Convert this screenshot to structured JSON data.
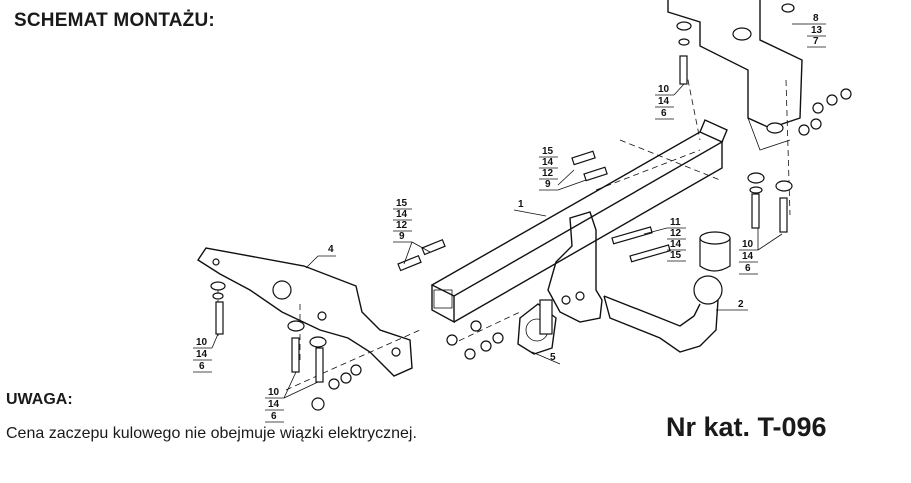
{
  "title": "SCHEMAT MONTAŻU:",
  "note": {
    "heading": "UWAGA:",
    "text": "Cena zaczepu kulowego nie obejmuje wiązki elektrycznej."
  },
  "catalog": "Nr kat. T-096",
  "parts": {
    "p1": "1",
    "p2": "2",
    "p4": "4",
    "p5": "5"
  },
  "stacks": {
    "top_right": [
      "8",
      "13",
      "7"
    ],
    "top_bolts": [
      "10",
      "14",
      "6"
    ],
    "upper_mid": [
      "15",
      "14",
      "12",
      "9"
    ],
    "left_mid": [
      "15",
      "14",
      "12",
      "9"
    ],
    "center_right": [
      "11",
      "12",
      "14",
      "15"
    ],
    "right_lower": [
      "10",
      "14",
      "6"
    ],
    "left_lower": [
      "10",
      "14",
      "6"
    ],
    "bottom_left": [
      "10",
      "14",
      "6"
    ]
  }
}
